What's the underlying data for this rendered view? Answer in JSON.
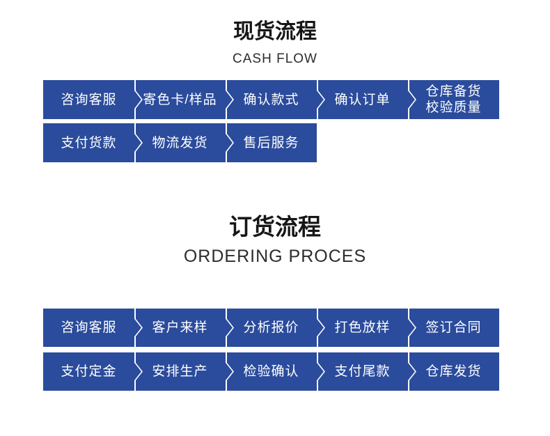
{
  "colors": {
    "step_bg": "#2b4c9c",
    "step_text": "#ffffff",
    "title_text": "#161616",
    "subtitle_text": "#2c2c2c",
    "page_bg": "#ffffff"
  },
  "sections": [
    {
      "title": "现货流程",
      "subtitle": "CASH FLOW",
      "rows": [
        {
          "steps": [
            "咨询客服",
            "寄色卡/样品",
            "确认款式",
            "确认订单",
            "仓库备货\n校验质量"
          ]
        },
        {
          "steps": [
            "支付货款",
            "物流发货",
            "售后服务"
          ]
        }
      ]
    },
    {
      "title": "订货流程",
      "subtitle": "ORDERING PROCES",
      "rows": [
        {
          "steps": [
            "咨询客服",
            "客户来样",
            "分析报价",
            "打色放样",
            "签订合同"
          ]
        },
        {
          "steps": [
            "支付定金",
            "安排生产",
            "检验确认",
            "支付尾款",
            "仓库发货"
          ]
        }
      ]
    }
  ]
}
